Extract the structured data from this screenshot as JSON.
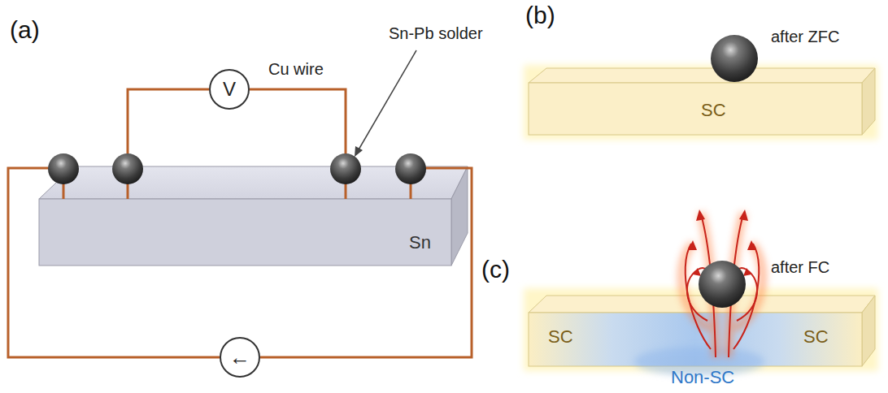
{
  "diagram": {
    "nodes": [
      {
        "text": [
          "V"
        ]
      },
      {
        "text": [
          "←"
        ]
      },
      {
        "text": [
          "Sn"
        ]
      },
      {
        "text": [
          "SC"
        ]
      },
      {
        "text": [
          "SC",
          "SC",
          "Non-SC"
        ]
      }
    ],
    "edges": [
      {
        "from": 0,
        "to": 2,
        "arrow": "none"
      },
      {
        "from": 0,
        "to": 2,
        "arrow": "none"
      },
      {
        "from": 1,
        "to": 2,
        "arrow": "none"
      },
      {
        "from": 1,
        "to": 2,
        "arrow": "none"
      }
    ],
    "labels": [
      "(a)",
      "(b)",
      "(c)",
      "Cu wire",
      "Sn-Pb solder",
      "after ZFC",
      "after FC"
    ]
  }
}
